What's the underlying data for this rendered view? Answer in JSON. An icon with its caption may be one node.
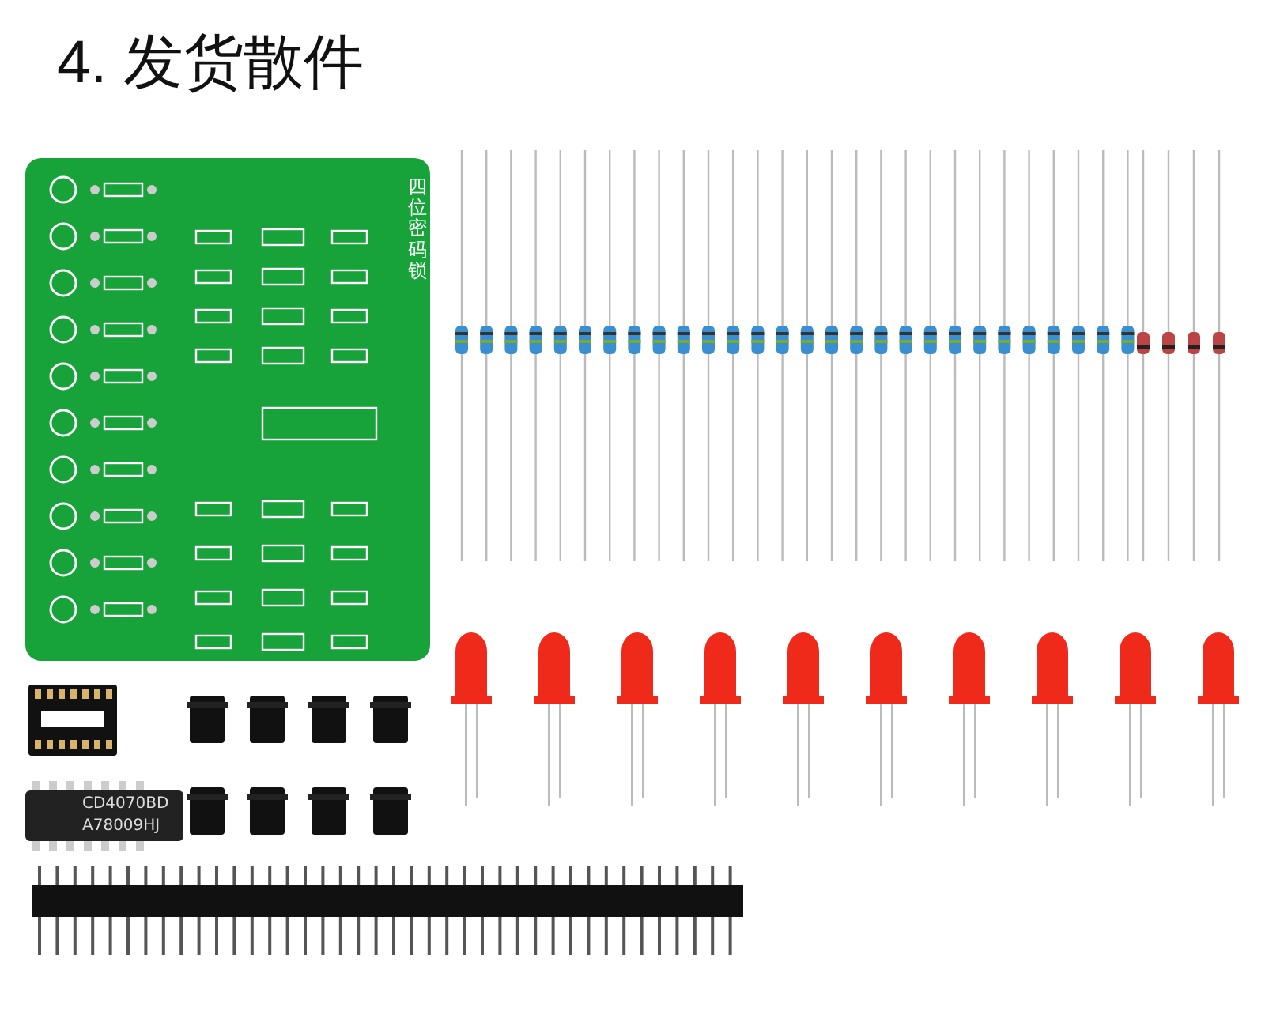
{
  "diagram": {
    "title": "4. 发货散件",
    "labels": [
      "四位密码锁",
      "CD4070BD",
      "A78009HJ"
    ]
  }
}
